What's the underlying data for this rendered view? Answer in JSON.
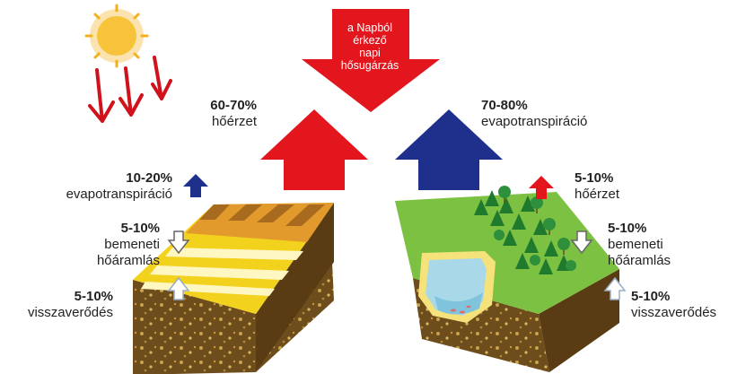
{
  "solar": {
    "lines": [
      "a Napból",
      "érkező",
      "napi",
      "hősugárzás"
    ]
  },
  "left": {
    "sensible": {
      "pct": "60-70%",
      "text": "hőérzet"
    },
    "evapo": {
      "pct": "10-20%",
      "text": "evapotranspiráció"
    },
    "inflow": {
      "pct": "5-10%",
      "lines": [
        "bemeneti",
        "hőáramlás"
      ]
    },
    "reflect": {
      "pct": "5-10%",
      "text": "visszaverődés"
    }
  },
  "right": {
    "evapo": {
      "pct": "70-80%",
      "text": "evapotranspiráció"
    },
    "sensible": {
      "pct": "5-10%",
      "text": "hőérzet"
    },
    "inflow": {
      "pct": "5-10%",
      "lines": [
        "bemeneti",
        "hőáramlás"
      ]
    },
    "reflect": {
      "pct": "5-10%",
      "text": "visszaverődés"
    }
  },
  "colors": {
    "red": "#e3161d",
    "blue": "#1f2f8c",
    "sun": "#f4b01b",
    "soil": "#6b4a1a",
    "grass": "#7cc142",
    "crop": "#f1c40f",
    "water": "#a9d9e8"
  },
  "icons": [
    "sun-icon",
    "sunbeam-arrow-icon",
    "tree-icon",
    "fish-icon"
  ]
}
